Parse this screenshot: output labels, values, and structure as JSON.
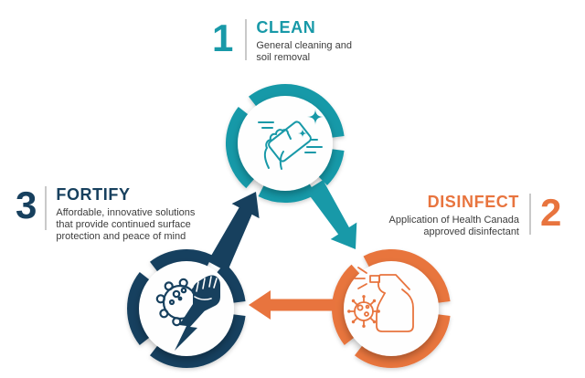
{
  "colors": {
    "teal": "#1899A8",
    "orange": "#E8743E",
    "navy": "#17405E",
    "text": "#3D3D3D",
    "divider": "#C9C9C9",
    "background": "#FFFFFF"
  },
  "steps": [
    {
      "number": "1",
      "title": "CLEAN",
      "description": "General cleaning and soil removal",
      "desc_lines": [
        "General cleaning and",
        "soil removal"
      ],
      "icon": "wiping-hand-sparkle-icon",
      "color": "#1899A8"
    },
    {
      "number": "2",
      "title": "DISINFECT",
      "description": "Application of Health Canada approved disinfectant",
      "desc_lines": [
        "Application of Health Canada",
        "approved disinfectant"
      ],
      "icon": "spray-bottle-virus-icon",
      "color": "#E8743E"
    },
    {
      "number": "3",
      "title": "FORTIFY",
      "description": "Affordable, innovative solutions that provide continued surface protection and peace of mind",
      "desc_lines": [
        "Affordable, innovative solutions",
        "that provide continued surface",
        "protection and peace of mind"
      ],
      "icon": "fist-lightning-virus-icon",
      "color": "#17405E"
    }
  ],
  "arrows": [
    {
      "name": "clean-to-disinfect",
      "color": "#1899A8"
    },
    {
      "name": "disinfect-to-fortify",
      "color": "#E8743E"
    },
    {
      "name": "fortify-to-clean",
      "color": "#17405E"
    }
  ]
}
